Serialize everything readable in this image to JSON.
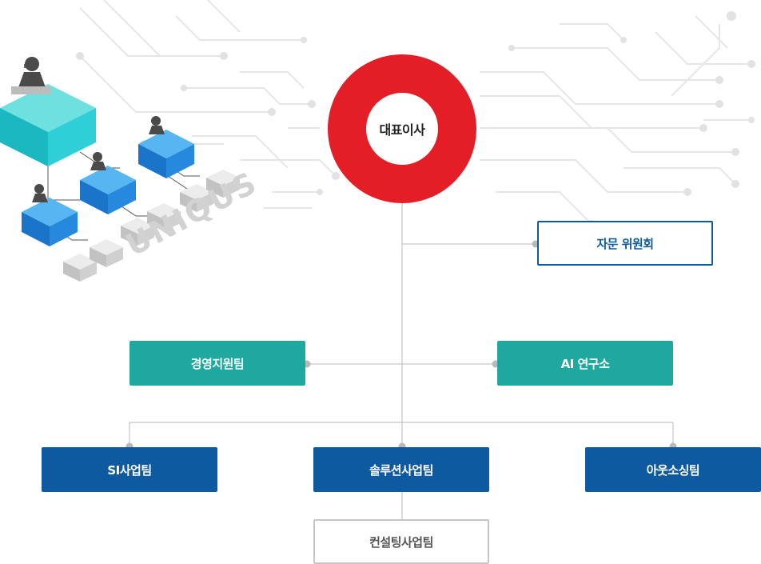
{
  "watermark": "UNIQUS",
  "ceo": {
    "label": "대표이사"
  },
  "advisory": {
    "label": "자문 위원회"
  },
  "management": {
    "label": "경영지원팀"
  },
  "ai_lab": {
    "label": "AI 연구소"
  },
  "si_team": {
    "label": "SI사업팀"
  },
  "solution_team": {
    "label": "솔루션사업팀"
  },
  "outsourcing_team": {
    "label": "아웃소싱팀"
  },
  "consulting_team": {
    "label": "컨설팅사업팀"
  },
  "colors": {
    "ceo_ring": "#e41e26",
    "teal": "#1ea8a0",
    "blue": "#0e5aa0",
    "line": "#b9b9b9",
    "circuit": "#e4e4e4"
  }
}
